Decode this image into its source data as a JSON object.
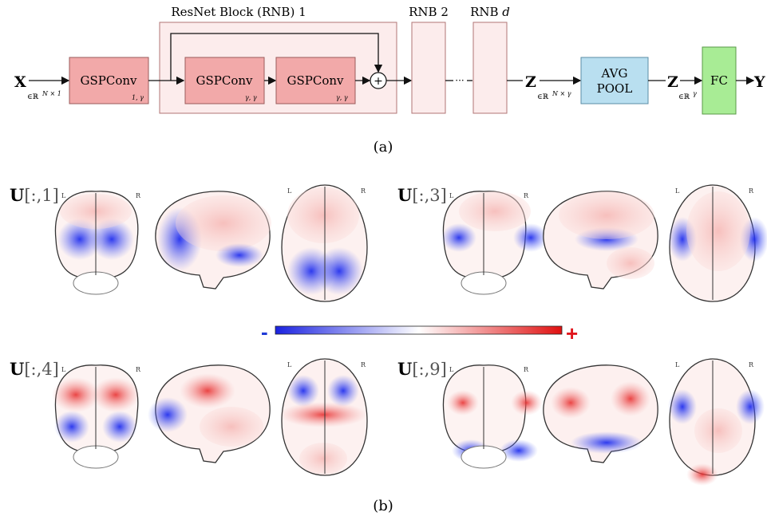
{
  "diagram": {
    "input": "X",
    "input_dim": "∈ℝ",
    "input_dim_sup": "N × 1",
    "gsp_first": {
      "label": "GSPConv",
      "sub": "1, γ"
    },
    "resnet_block_title": "ResNet Block (RNB) 1",
    "gsp_inner_1": {
      "label": "GSPConv",
      "sub": "γ, γ"
    },
    "gsp_inner_2": {
      "label": "GSPConv",
      "sub": "γ, γ"
    },
    "plus": "+",
    "rnb2": "RNB 2",
    "rnb_d_prefix": "RNB ",
    "rnb_d_var": "d",
    "dots": "···",
    "z1": "Z",
    "z1_dim": "∈ℝ",
    "z1_dim_sup": "N × γ",
    "pool_line1": "AVG",
    "pool_line2": "POOL",
    "z2": "Z",
    "z2_dim": "∈ℝ",
    "z2_dim_sup": "γ",
    "fc": "FC",
    "output": "Y",
    "caption_a": "(a)",
    "caption_b": "(b)"
  },
  "brain_panels": [
    {
      "label_bold": "U",
      "label_rest": "[:,1]",
      "left": "L",
      "right": "R",
      "top_left": "L",
      "top_right": "R"
    },
    {
      "label_bold": "U",
      "label_rest": "[:,3]",
      "left": "L",
      "right": "R",
      "top_left": "L",
      "top_right": "R"
    },
    {
      "label_bold": "U",
      "label_rest": "[:,4]",
      "left": "L",
      "right": "R",
      "top_left": "L",
      "top_right": "R"
    },
    {
      "label_bold": "U",
      "label_rest": "[:,9]",
      "left": "L",
      "right": "R",
      "top_left": "L",
      "top_right": "R"
    }
  ],
  "colorbar": {
    "minus": "-",
    "plus": "+",
    "minus_color": "#1f3ad6",
    "plus_color": "#e0161d"
  },
  "colors": {
    "gsp_fill": "#f2a9a9",
    "rnb_fill": "#fcecec",
    "pool_fill": "#b9dff0",
    "fc_fill": "#a8ec95",
    "neg_blue": "#2b3ff0",
    "pos_red": "#ea3b3b"
  }
}
